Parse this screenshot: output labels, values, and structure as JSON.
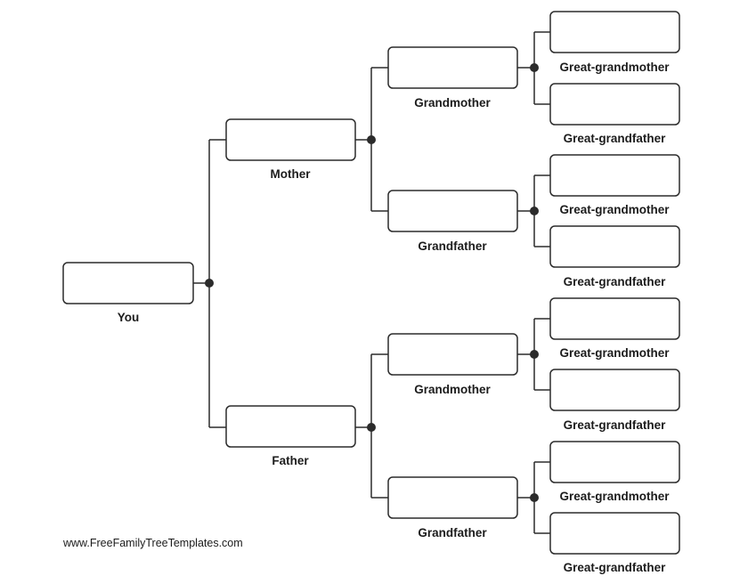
{
  "people": {
    "you": "You",
    "mother": "Mother",
    "father": "Father",
    "mat_grandmother": "Grandmother",
    "mat_grandfather": "Grandfather",
    "pat_grandmother": "Grandmother",
    "pat_grandfather": "Grandfather",
    "ggm_1": "Great-grandmother",
    "ggf_1": "Great-grandfather",
    "ggm_2": "Great-grandmother",
    "ggf_2": "Great-grandfather",
    "ggm_3": "Great-grandmother",
    "ggf_3": "Great-grandfather",
    "ggm_4": "Great-grandmother",
    "ggf_4": "Great-grandfather"
  },
  "footer": "www.FreeFamilyTreeTemplates.com"
}
